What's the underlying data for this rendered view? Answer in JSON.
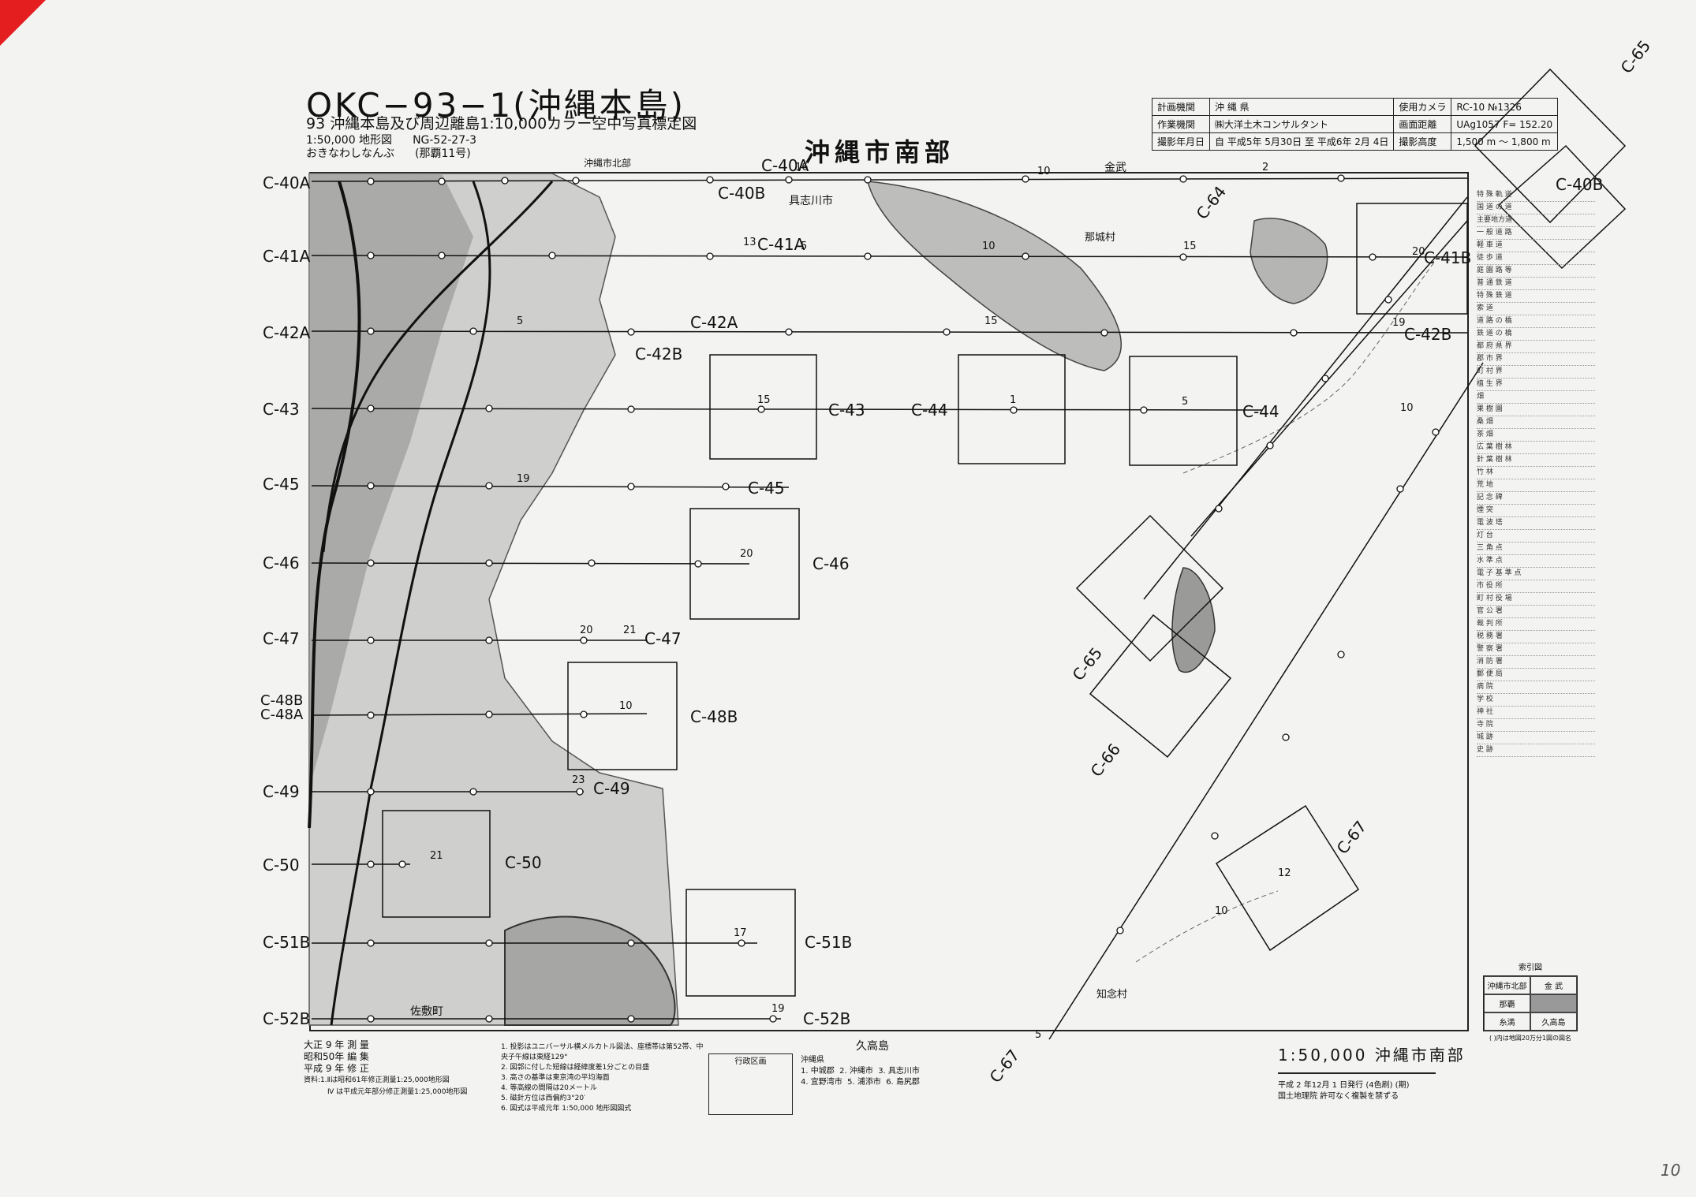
{
  "header": {
    "title": "OKC−93−1(沖縄本島)",
    "subtitle": "93 沖縄本島及び周辺離島1:10,000カラー空中写真標定図",
    "map_scale": "1:50,000 地形図",
    "map_code": "NG-52-27-3",
    "map_reading": "おきなわしなんぶ",
    "map_number": "(那覇11号)",
    "sheet_name": "沖縄市南部"
  },
  "info_table": [
    [
      "計画機関",
      "沖 縄 県",
      "使用カメラ",
      "RC-10 №1326"
    ],
    [
      "作業機関",
      "㈱大洋土木コンサルタント",
      "画面距離",
      "UAg1057 F= 152.20"
    ],
    [
      "撮影年月日",
      "自 平成5年 5月30日 至 平成6年 2月 4日",
      "撮影高度",
      "1,500 m 〜 1,800 m"
    ]
  ],
  "strip_labels_left": [
    "C-40A",
    "C-41A",
    "C-42A",
    "C-43",
    "C-45",
    "C-46",
    "C-47",
    "C-48B",
    "C-48A",
    "C-49",
    "C-50",
    "C-51B",
    "C-52B"
  ],
  "inner_labels": [
    "C-40A",
    "C-40B",
    "C-41A",
    "C-42A",
    "C-42B",
    "C-43",
    "C-44",
    "C-44",
    "C-45",
    "C-46",
    "C-47",
    "C-48B",
    "C-49",
    "C-50",
    "C-51B",
    "C-52B",
    "C-41B",
    "C-42B",
    "C-64",
    "C-65",
    "C-66",
    "C-67",
    "C-67",
    "C-65",
    "C-40B"
  ],
  "photo_numbers": [
    "15",
    "1",
    "5",
    "20",
    "21",
    "20",
    "10",
    "21",
    "17",
    "19",
    "12",
    "10",
    "5",
    "20",
    "19",
    "15",
    "10",
    "5",
    "13",
    "16",
    "2",
    "10",
    "23",
    "19",
    "15",
    "10",
    "5"
  ],
  "place_names": [
    "沖縄市北部",
    "金武",
    "那城村",
    "具志川市",
    "佐敷町",
    "知念村",
    "久高島"
  ],
  "legend_items": [
    "特 殊 軌 道",
    "国 道 の 道",
    "主要地方道",
    "一 般 道 路",
    "軽 車 道",
    "徒 歩 道",
    "庭 園 路 等",
    "普 通 鉄 道",
    "特 殊 鉄 道",
    "索 道",
    "道 路 の 橋",
    "鉄 道 の 橋",
    "都 府 県 界",
    "郡 市 界",
    "町 村 界",
    "植 生 界",
    "畑",
    "果 樹 園",
    "桑 畑",
    "茶 畑",
    "広 葉 樹 林",
    "針 葉 樹 林",
    "竹 林",
    "荒 地",
    "記 念 碑",
    "煙 突",
    "電 波 塔",
    "灯 台",
    "三 角 点",
    "水 準 点",
    "電 子 基 準 点",
    "市 役 所",
    "町 村 役 場",
    "官 公 署",
    "裁 判 所",
    "税 務 署",
    "警 察 署",
    "消 防 署",
    "郵 便 局",
    "病 院",
    "学 校",
    "神 社",
    "寺 院",
    "城 跡",
    "史 跡"
  ],
  "bottom_left": {
    "survey_1": "大正 9 年 測 量",
    "survey_2": "昭和50年 編 集",
    "survey_3": "平成 9 年 修 正",
    "source_1": "資料:1.Ⅱは昭和61年修正測量1:25,000地形図",
    "source_2": "Ⅳ は平成元年部分修正測量1:25,000地形図"
  },
  "notes": [
    "1. 投影はユニバーサル横メルカトル図法、座標帯は第52帯、中央子午線は東経129°",
    "2. 図郭に付した短線は経緯度差1分ごとの目盛",
    "3. 高さの基準は東京湾の平均海面",
    "4. 等高線の間隔は20メートル",
    "5. 磁針方位は西偏約3°20′",
    "6. 図式は平成元年 1:50,000 地形図図式"
  ],
  "admin": {
    "title": "行政区画",
    "pref": "沖縄県",
    "items": [
      "1. 中城郡",
      "2. 沖縄市",
      "3. 具志川市",
      "4. 宜野湾市",
      "5. 浦添市",
      "6. 島尻郡"
    ]
  },
  "footer": {
    "scale_title": "1:50,000 沖縄市南部",
    "published": "平成 2 年12月 1 日発行 (4色刷) (期)",
    "publisher": "国土地理院 許可なく複製を禁ずる",
    "index_title": "索引図",
    "index_cells": [
      "沖縄市北部",
      "金 武",
      "那覇",
      "糸満",
      "久高島"
    ],
    "index_note": "( )内は地図20万分1図の図名"
  },
  "page_number": "10"
}
